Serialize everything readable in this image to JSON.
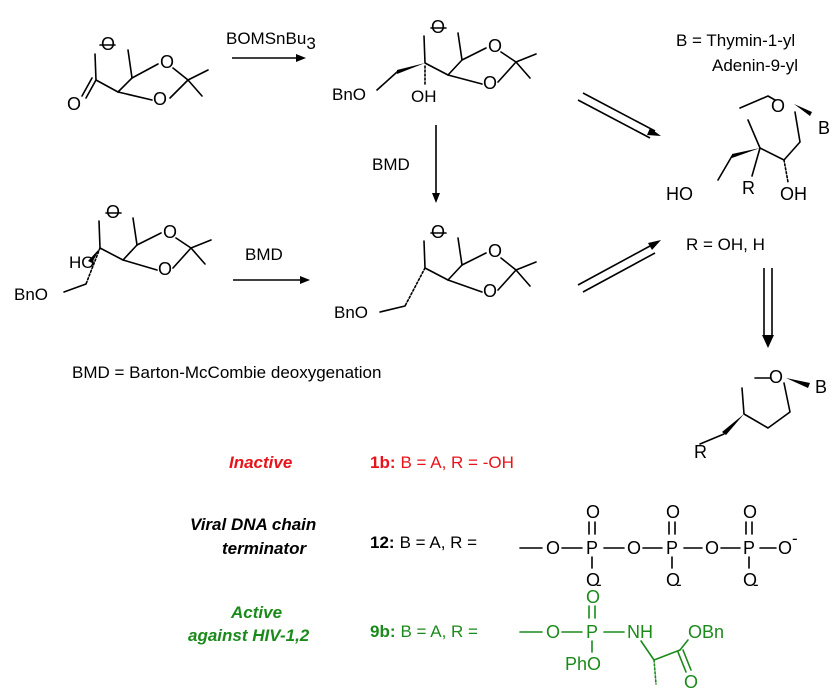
{
  "reagents": {
    "bomsnbu3": "BOMSnBu",
    "bomsnbu3_sub": "3",
    "bmd_down": "BMD",
    "bmd_left": "BMD"
  },
  "base_def": {
    "line1": "B = Thymin-1-yl",
    "line2": "Adenin-9-yl"
  },
  "r_def": "R = OH, H",
  "bmd_def": "BMD = Barton-McCombie deoxygenation",
  "atoms": {
    "O": "O",
    "OH": "OH",
    "HO": "HO",
    "BnO": "BnO",
    "B": "B",
    "R": "R",
    "P": "P",
    "NH": "NH",
    "OBn": "OBn",
    "PhO": "PhO",
    "Ominus": "O",
    "minus": "-"
  },
  "activity": {
    "inactive_label": "Inactive",
    "inactive_cmpd": "1b:",
    "inactive_def": "B = A, R = -OH",
    "viral_label_1": "Viral DNA chain",
    "viral_label_2": "terminator",
    "viral_cmpd": "12:",
    "viral_def": "B = A, R =",
    "active_label_1": "Active",
    "active_label_2": "against HIV-1,2",
    "active_cmpd": "9b:",
    "active_def": "B = A, R ="
  },
  "colors": {
    "inactive": "#e8141b",
    "active": "#1b8a1b",
    "default": "#000000"
  }
}
